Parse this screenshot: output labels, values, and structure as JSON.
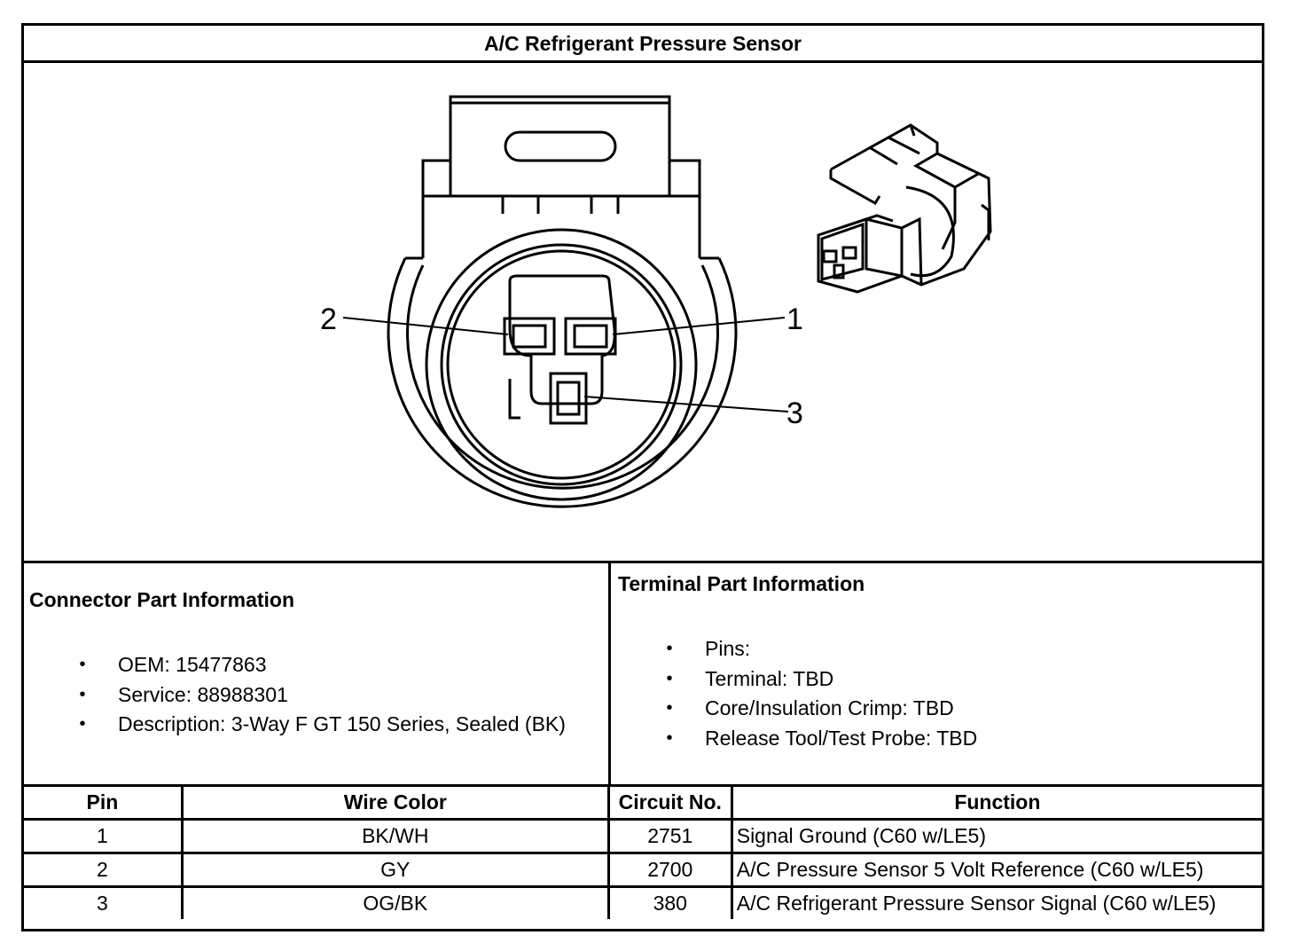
{
  "title": "A/C Refrigerant Pressure Sensor",
  "diagram": {
    "pin_labels": [
      "2",
      "1",
      "3"
    ]
  },
  "connector_info": {
    "heading": "Connector Part Information",
    "items": [
      "OEM: 15477863",
      "Service: 88988301",
      "Description: 3-Way F GT 150 Series, Sealed (BK)"
    ]
  },
  "terminal_info": {
    "heading": "Terminal Part Information",
    "items": [
      "Pins:",
      "Terminal: TBD",
      "Core/Insulation Crimp: TBD",
      "Release Tool/Test Probe: TBD"
    ]
  },
  "pin_table": {
    "headers": [
      "Pin",
      "Wire Color",
      "Circuit No.",
      "Function"
    ],
    "rows": [
      [
        "1",
        "BK/WH",
        "2751",
        "Signal Ground (C60 w/LE5)"
      ],
      [
        "2",
        "GY",
        "2700",
        "A/C Pressure Sensor 5 Volt Reference (C60 w/LE5)"
      ],
      [
        "3",
        "OG/BK",
        "380",
        "A/C Refrigerant Pressure Sensor Signal (C60 w/LE5)"
      ]
    ]
  },
  "bullet_glyph": "•"
}
